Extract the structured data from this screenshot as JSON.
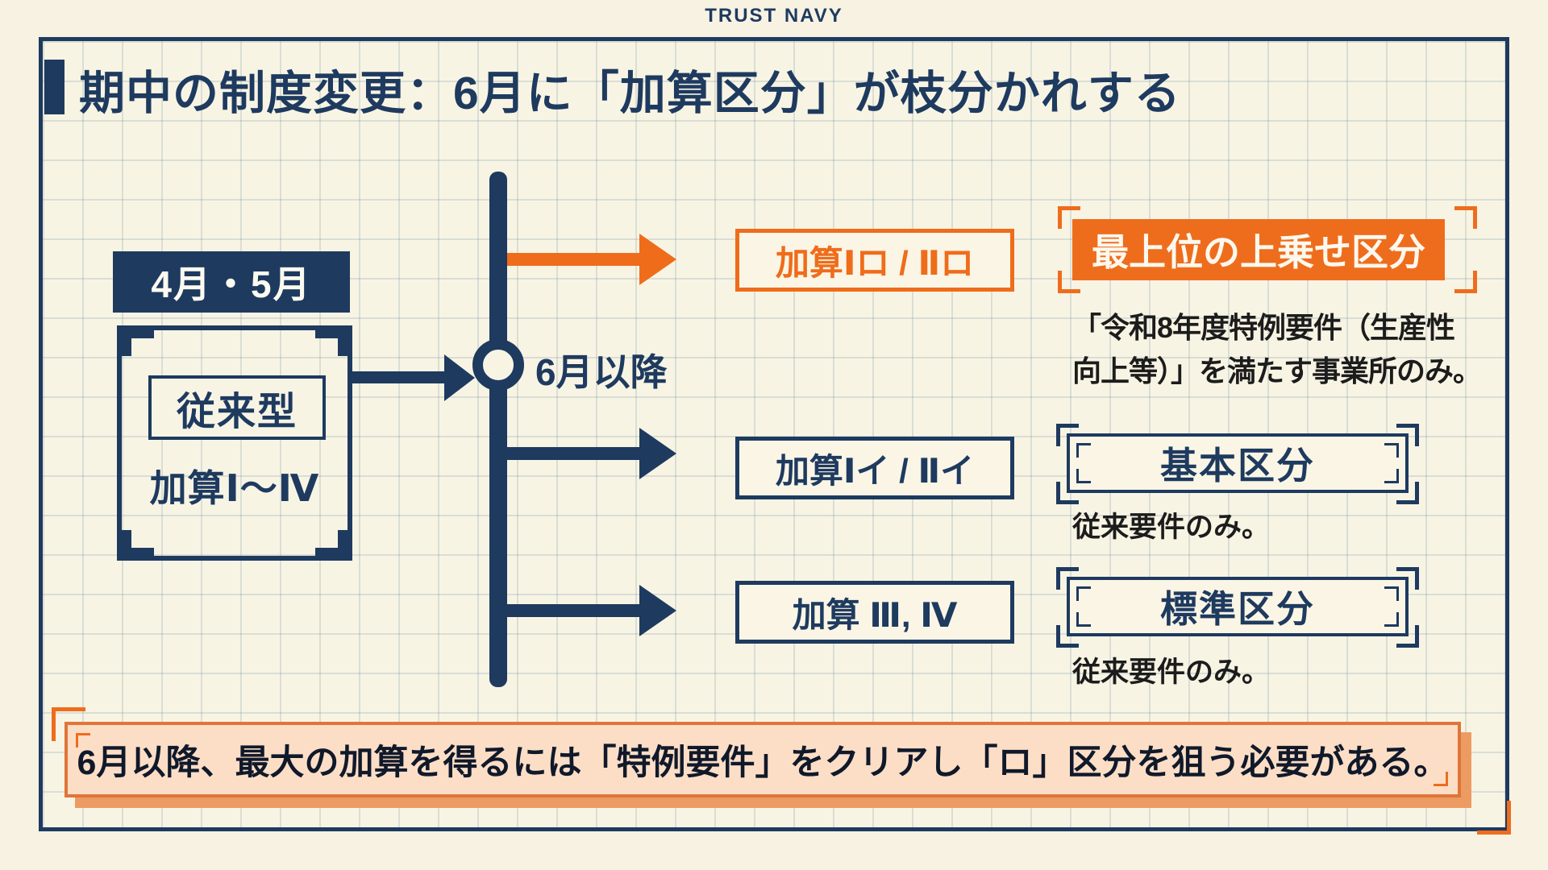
{
  "brand": "TRUST NAVY",
  "title": "期中の制度変更：6月に「加算区分」が枝分かれする",
  "colors": {
    "navy": "#1e3a5f",
    "orange": "#ee6d1d",
    "cream": "#f8f4e4",
    "banner_bg": "#fcdec6",
    "banner_border": "#df7538"
  },
  "timeline": {
    "before_period_label": "4月・5月",
    "before_type_label": "従来型",
    "before_range_label": "加算Ⅰ〜Ⅳ",
    "node_label": "6月以降",
    "branches": [
      {
        "label": "加算Ⅰロ / Ⅱロ",
        "emphasis": "orange"
      },
      {
        "label": "加算Ⅰイ / Ⅱイ",
        "emphasis": "navy"
      },
      {
        "label": "加算 Ⅲ, Ⅳ",
        "emphasis": "navy"
      }
    ]
  },
  "right_panel": {
    "top": {
      "heading": "最上位の上乗せ区分",
      "description_lines": [
        "「令和8年度特例要件（生産性",
        "向上等）」を満たす事業所のみ。"
      ]
    },
    "middle": {
      "heading": "基本区分",
      "caption": "従来要件のみ。"
    },
    "bottom": {
      "heading": "標準区分",
      "caption": "従来要件のみ。"
    }
  },
  "footer": {
    "message": "6月以降、最大の加算を得るには「特例要件」をクリアし「ロ」区分を狙う必要がある。"
  }
}
